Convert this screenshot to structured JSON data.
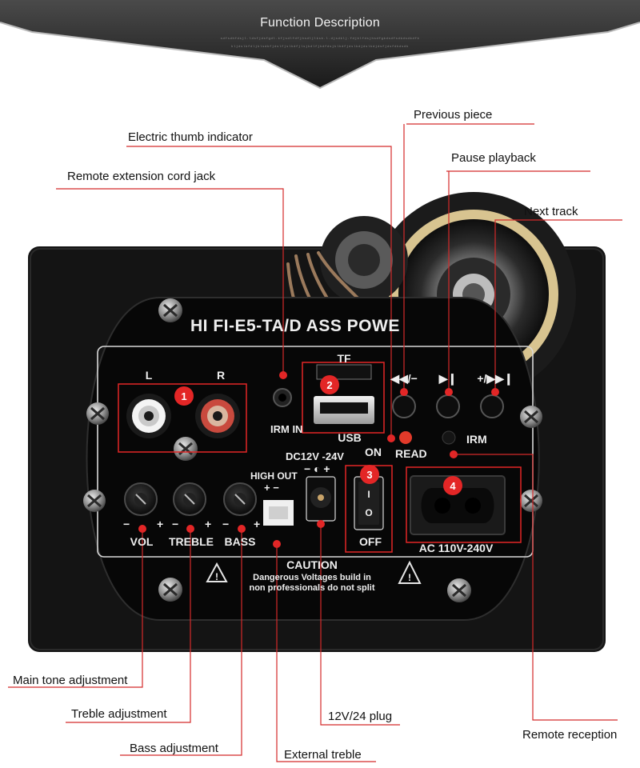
{
  "banner": {
    "title": "Function Description",
    "subtitle_line1": "sdfsdhfdsjl.ldsfjdsfgdl.kfjsdlfdfjhsdljlksk.l.djsdklj.fdjklfdsjhsdfgkdsdfsdkdsdkdfk",
    "subtitle_line2": "kljdslkfdljklsdkfjdslfjslkdfjlsjkdlfjkdfdsjklkdfjdslkdjdslkdjdsfjdsfdkdsdk"
  },
  "callouts": {
    "previous_piece": "Previous piece",
    "electric_thumb_indicator": "Electric thumb indicator",
    "pause_playback": "Pause playback",
    "remote_extension_cord_jack": "Remote extension cord jack",
    "next_track": "Next track",
    "main_tone_adjustment": "Main tone adjustment",
    "treble_adjustment": "Treble adjustment",
    "plug_12v_24": "12V/24 plug",
    "remote_reception": "Remote reception",
    "bass_adjustment": "Bass adjustment",
    "external_treble": "External treble"
  },
  "panel": {
    "model": "HI FI-E5-TA/D  ASS POWE",
    "l": "L",
    "r": "R",
    "tf": "TF",
    "irm_in": "IRM IN",
    "usb": "USB",
    "prev": "◀◀/−",
    "pause": "▶❙",
    "next": "+/▶▶❙",
    "irm": "IRM",
    "on": "ON",
    "read": "READ",
    "dc": "DC12V -24V",
    "dc_symbols": "− ◐ +",
    "high_out": "HIGH OUT",
    "high_out_pm": "+  −",
    "vol": "VOL",
    "treble": "TREBLE",
    "bass": "BASS",
    "minus": "−",
    "plus": "+",
    "switch_on": "I",
    "switch_off_symbol": "O",
    "off": "OFF",
    "ac": "AC 110V-240V",
    "caution": "CAUTION",
    "caution_line1": "Dangerous Voltages build in",
    "caution_line2": "non professionals do not split",
    "warn_mark": "!",
    "badges": [
      "1",
      "2",
      "3",
      "4"
    ]
  },
  "colors": {
    "callout_line": "#d42a2a",
    "badge": "#e32626",
    "panel": "#111111",
    "plate": "#070707"
  }
}
